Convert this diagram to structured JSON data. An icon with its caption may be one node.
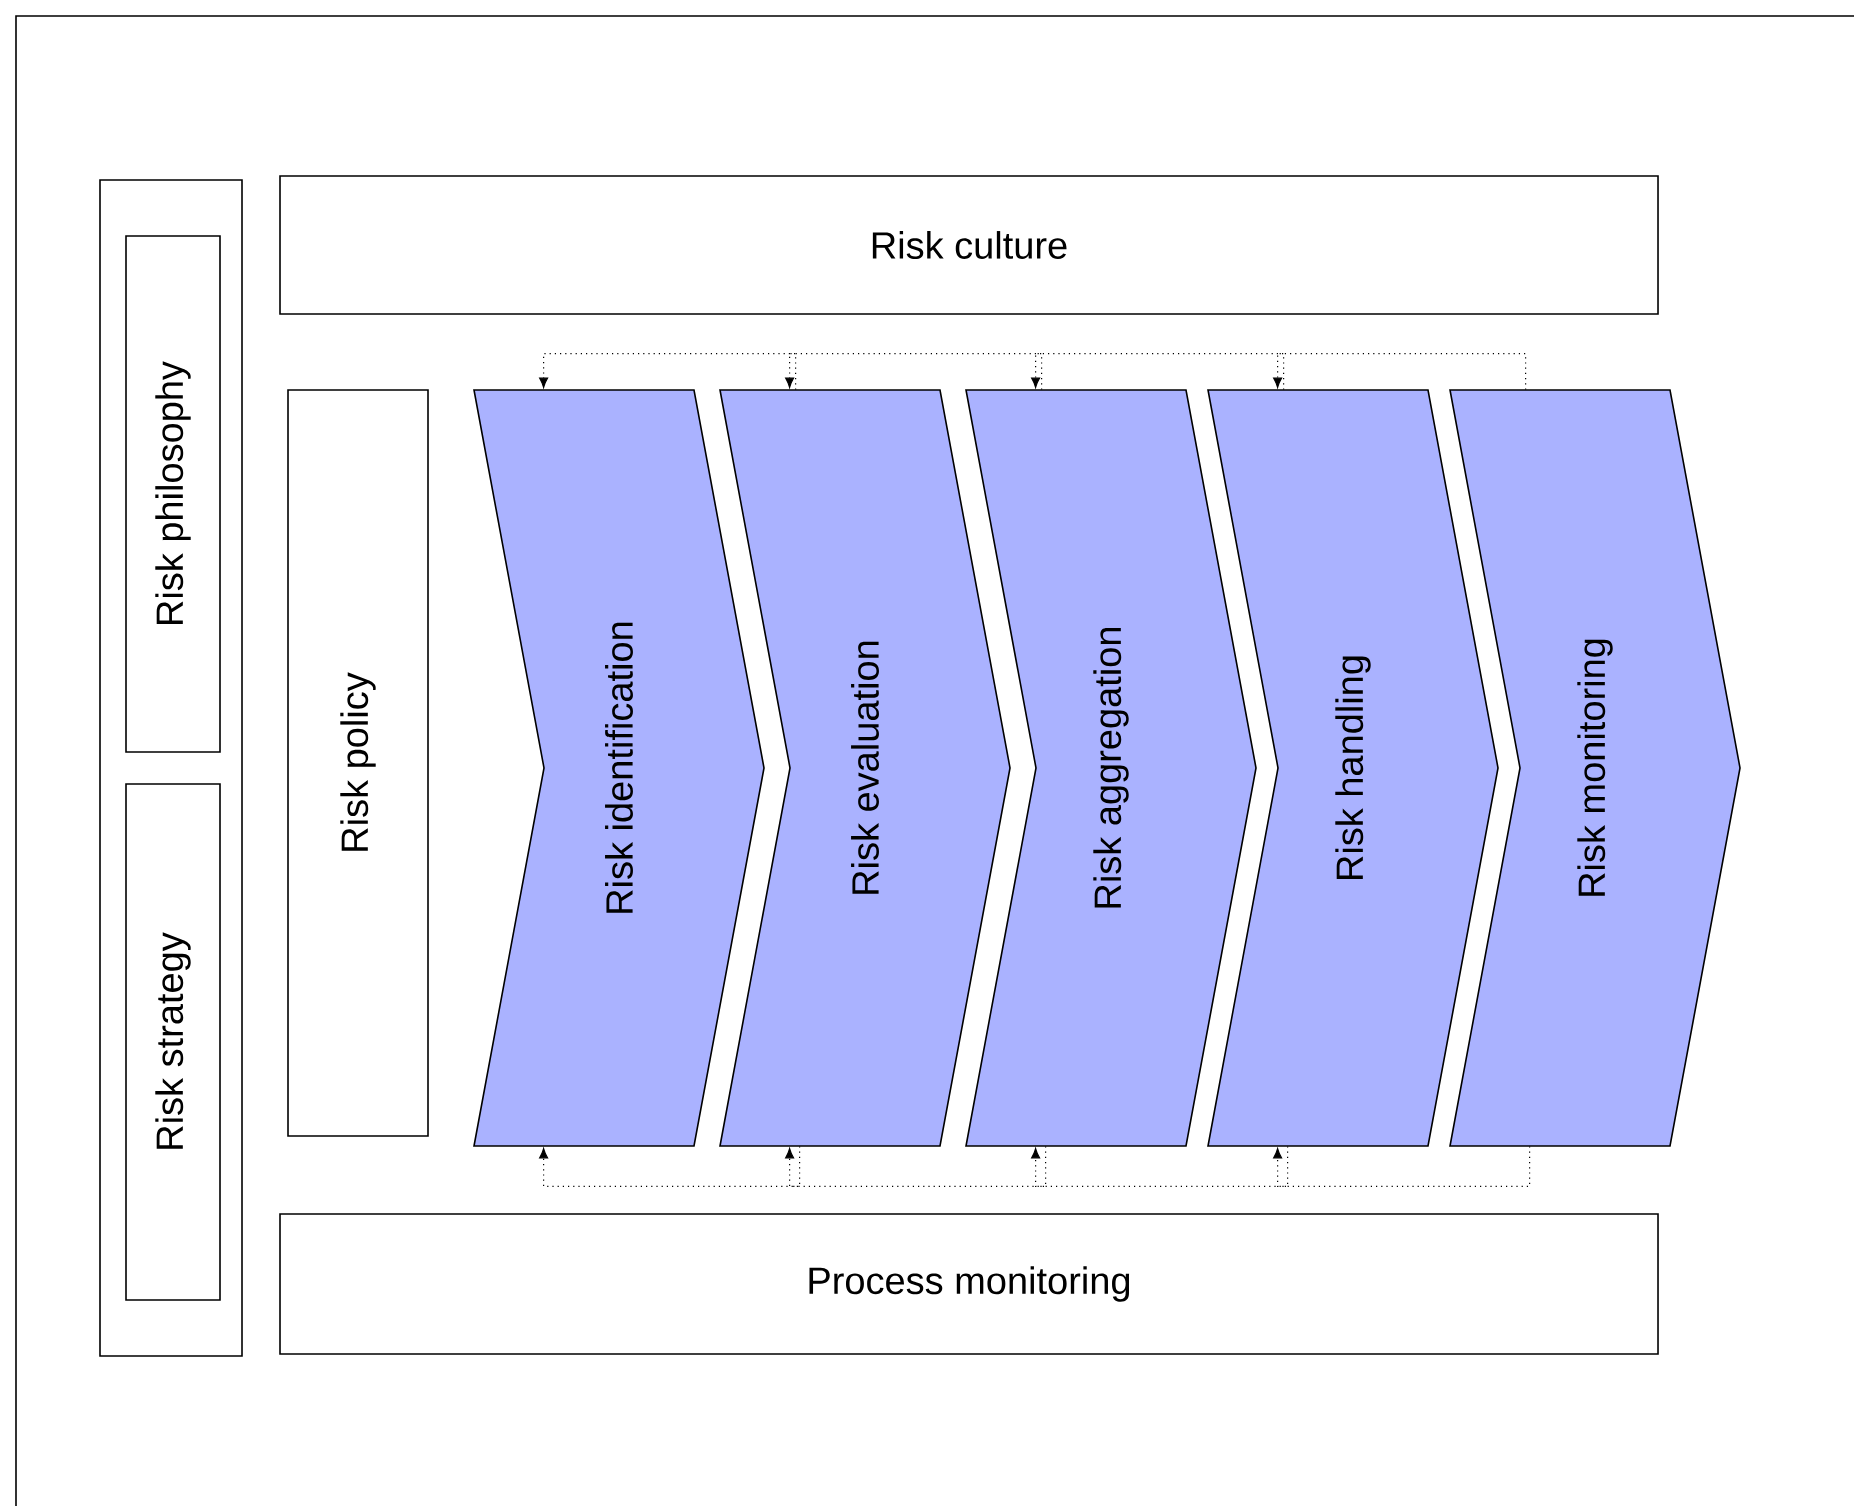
{
  "diagram": {
    "nodes": [
      {
        "text": [],
        "shape": "box"
      },
      {
        "text": [
          "Risk philosophy"
        ],
        "in": 0
      },
      {
        "text": [
          "Risk strategy"
        ],
        "in": 0
      },
      {
        "text": [
          "Risk culture"
        ]
      },
      {
        "text": [
          "Risk policy"
        ]
      },
      {
        "text": [
          "Risk identification"
        ]
      },
      {
        "text": [
          "Risk evaluation"
        ]
      },
      {
        "text": [
          "Risk aggregation"
        ]
      },
      {
        "text": [
          "Risk handling"
        ]
      },
      {
        "text": [
          "Risk monitoring"
        ]
      },
      {
        "text": [
          "Process monitoring"
        ]
      }
    ],
    "edges": [
      {
        "from": 6,
        "to": 5,
        "arrow": "to",
        "style": "dashed"
      },
      {
        "from": 7,
        "to": 6,
        "arrow": "to",
        "style": "dashed"
      },
      {
        "from": 8,
        "to": 7,
        "arrow": "to",
        "style": "dashed"
      },
      {
        "from": 9,
        "to": 8,
        "arrow": "to",
        "style": "dashed"
      },
      {
        "from": 6,
        "to": 5,
        "arrow": "to",
        "style": "dashed"
      },
      {
        "from": 7,
        "to": 6,
        "arrow": "to",
        "style": "dashed"
      },
      {
        "from": 8,
        "to": 7,
        "arrow": "to",
        "style": "dashed"
      },
      {
        "from": 9,
        "to": 8,
        "arrow": "to",
        "style": "dashed"
      }
    ]
  }
}
